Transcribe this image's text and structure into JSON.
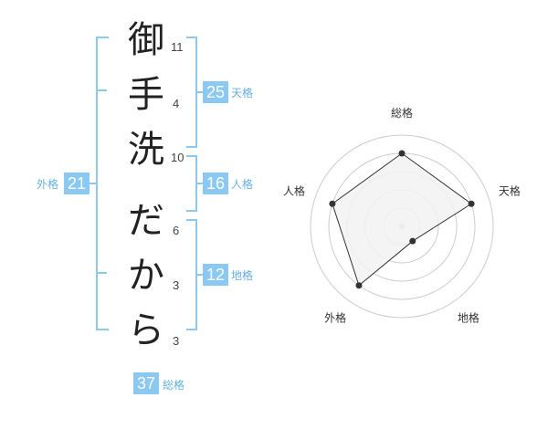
{
  "name": {
    "chars": [
      {
        "char": "御",
        "strokes": "11"
      },
      {
        "char": "手",
        "strokes": "4"
      },
      {
        "char": "洗",
        "strokes": "10"
      },
      {
        "char": "だ",
        "strokes": "6"
      },
      {
        "char": "か",
        "strokes": "3"
      },
      {
        "char": "ら",
        "strokes": "3"
      }
    ]
  },
  "fortunes": {
    "tenkaku": {
      "value": "25",
      "label": "天格"
    },
    "jinkaku": {
      "value": "16",
      "label": "人格"
    },
    "chikaku": {
      "value": "12",
      "label": "地格"
    },
    "gaikaku": {
      "value": "21",
      "label": "外格"
    },
    "soukaku": {
      "value": "37",
      "label": "総格"
    }
  },
  "chart_data": {
    "type": "radar",
    "axes": [
      "総格",
      "天格",
      "地格",
      "外格",
      "人格"
    ],
    "values": [
      4,
      4,
      1,
      4,
      4
    ],
    "max": 5,
    "rings": 5,
    "colors": {
      "fill": "#f2f2f2",
      "line": "#333333",
      "grid": "#cccccc",
      "center": "#cccccc"
    }
  }
}
